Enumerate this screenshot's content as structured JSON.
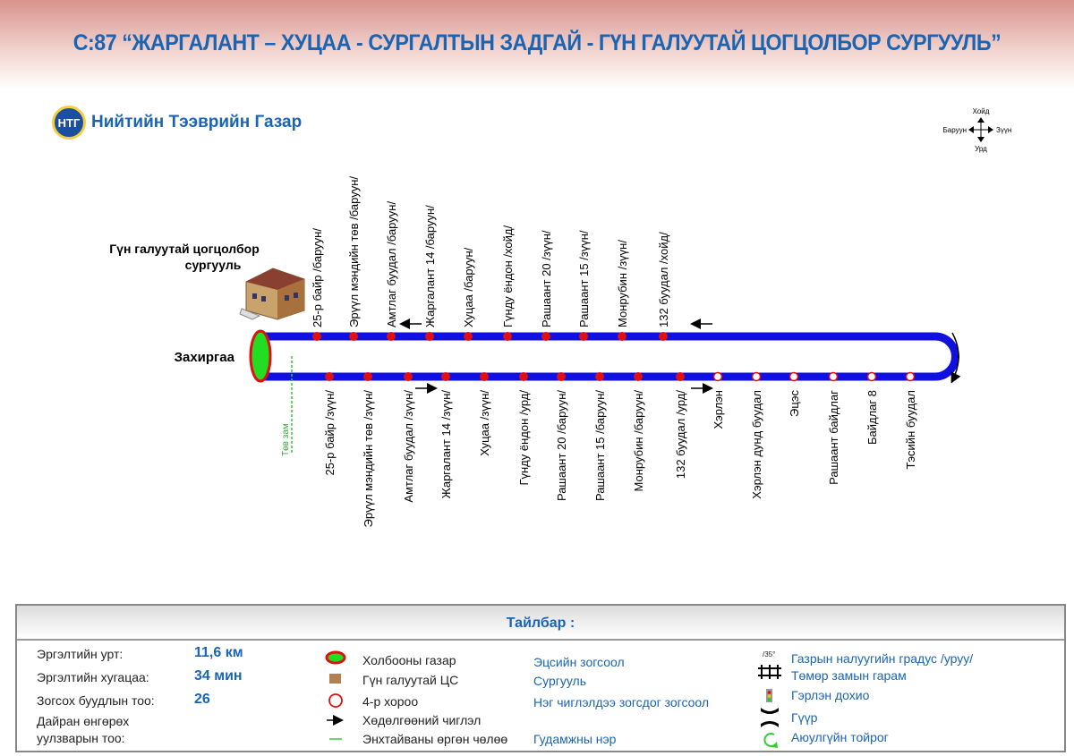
{
  "header": {
    "title": "С:87 “ЖАРГАЛАНТ – ХУЦАА - СУРГАЛТЫН ЗАДГАЙ - ГҮН ГАЛУУТАЙ ЦОГЦОЛБОР СУРГУУЛЬ”"
  },
  "logo": {
    "text": "Нийтийн Тээврийн Газар",
    "mark": "НТГ"
  },
  "compass": {
    "north": "Хойд",
    "south": "Урд",
    "west": "Баруун",
    "east": "Зүүн"
  },
  "map": {
    "terminal_label": "Захиргаа",
    "school_label_1": "Гүн галуутай цогцолбор",
    "school_label_2": "сургууль",
    "street_label": "Төв зам",
    "colors": {
      "route": "#1010e0",
      "stop": "#e01010",
      "terminal_fill": "#22dd22",
      "street": "#33cc33"
    },
    "top_stops": [
      "25-р байр /баруун/",
      "Эрүүл мэндийн төв /баруун/",
      "Амтлаг буудал /баруун/",
      "Жаргалант 14 /баруун/",
      "Хуцаа /баруун/",
      "Гүнду ёндон /хойд/",
      "Рашаант 20 /зүүн/",
      "Рашаант 15 /зүүн/",
      "Монрубин /зүүн/",
      "132 буудал /хойд/"
    ],
    "bottom_stops": [
      {
        "name": "25-р байр /зүүн/",
        "type": "both"
      },
      {
        "name": "Эрүүл мэндийн төв /зүүн/",
        "type": "both"
      },
      {
        "name": "Амтлаг буудал /зүүн/",
        "type": "both"
      },
      {
        "name": "Жаргалант 14 /зүүн/",
        "type": "both"
      },
      {
        "name": "Хуцаа /зүүн/",
        "type": "both"
      },
      {
        "name": "Гүнду ёндон /урд/",
        "type": "both"
      },
      {
        "name": "Рашаант 20 /баруун/",
        "type": "both"
      },
      {
        "name": "Рашаант 15 /баруун/",
        "type": "both"
      },
      {
        "name": "Монрубин /баруун/",
        "type": "both"
      },
      {
        "name": "132 буудал /урд/",
        "type": "both"
      },
      {
        "name": "Хэрлэн",
        "type": "khoroo"
      },
      {
        "name": "Хэрлэн дунд буудал",
        "type": "khoroo"
      },
      {
        "name": "Эцэс",
        "type": "khoroo"
      },
      {
        "name": "Рашаант байдлаг",
        "type": "khoroo"
      },
      {
        "name": "Байдлаг 8",
        "type": "khoroo"
      },
      {
        "name": "Тэсийн буудал",
        "type": "khoroo"
      }
    ]
  },
  "legend": {
    "title": "Тайлбар :",
    "stats": [
      {
        "label": "Эргэлтийн урт:",
        "value": "11,6 км"
      },
      {
        "label": "Эргэлтийн хугацаа:",
        "value": "34 мин"
      },
      {
        "label": "Зогсох буудлын тоо:",
        "value": "26"
      },
      {
        "label": "Дайран өнгөрөх",
        "label2": "уулзварын тоо:",
        "value": ""
      }
    ],
    "symbols": [
      "Холбооны газар",
      "Гүн галуутай ЦС",
      "4-р хороо",
      "Хөдөлгөөний чиглэл",
      "Энхтайваны өргөн чөлөө"
    ],
    "blue_items": [
      "Эцсийн зогсоол",
      "Сургууль",
      "Нэг чиглэлдээ зогсдог зогсоол",
      "Гудамжны нэр"
    ],
    "right_items": [
      "Газрын налуугийн градус /уруу/",
      "Төмөр замын гарам",
      "Гэрлэн дохио",
      "Гүүр",
      "Аюулгүйн тойрог"
    ],
    "slope_sample": "/35°"
  }
}
